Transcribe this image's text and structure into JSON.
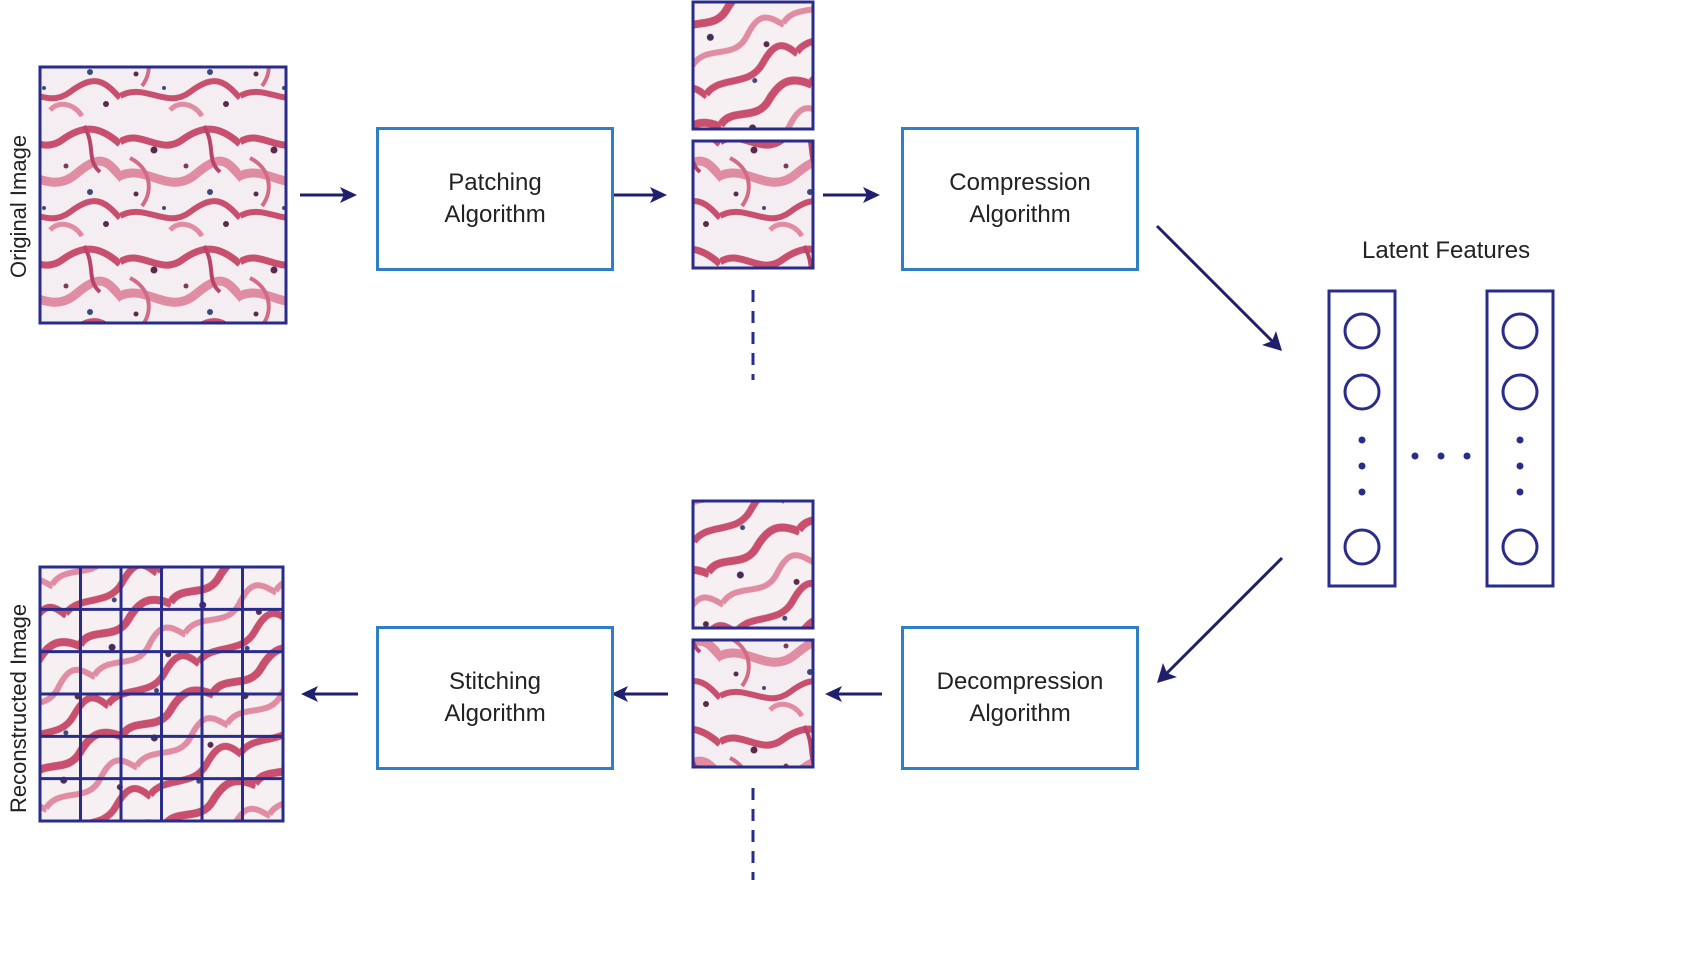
{
  "labels": {
    "original_image": "Original Image",
    "reconstructed_image": "Reconstructed Image",
    "latent_features": "Latent Features"
  },
  "boxes": {
    "patching": [
      "Patching",
      "Algorithm"
    ],
    "compression": [
      "Compression",
      "Algorithm"
    ],
    "decompression": [
      "Decompression",
      "Algorithm"
    ],
    "stitching": [
      "Stitching",
      "Algorithm"
    ]
  },
  "colors": {
    "box_border": "#2f7fc4",
    "frame_navy": "#2a2c8c",
    "arrow": "#1f1f6e",
    "tissue_background": "#f4eef2",
    "tissue_pink": "#c8506e",
    "tissue_light_pink": "#e08ca2",
    "tissue_dark": "#5a2a4a"
  },
  "latent_grid": {
    "columns_shown": 2,
    "nodes_per_column_shown": 3
  },
  "reconstructed_grid": {
    "rows": 6,
    "cols": 6
  }
}
